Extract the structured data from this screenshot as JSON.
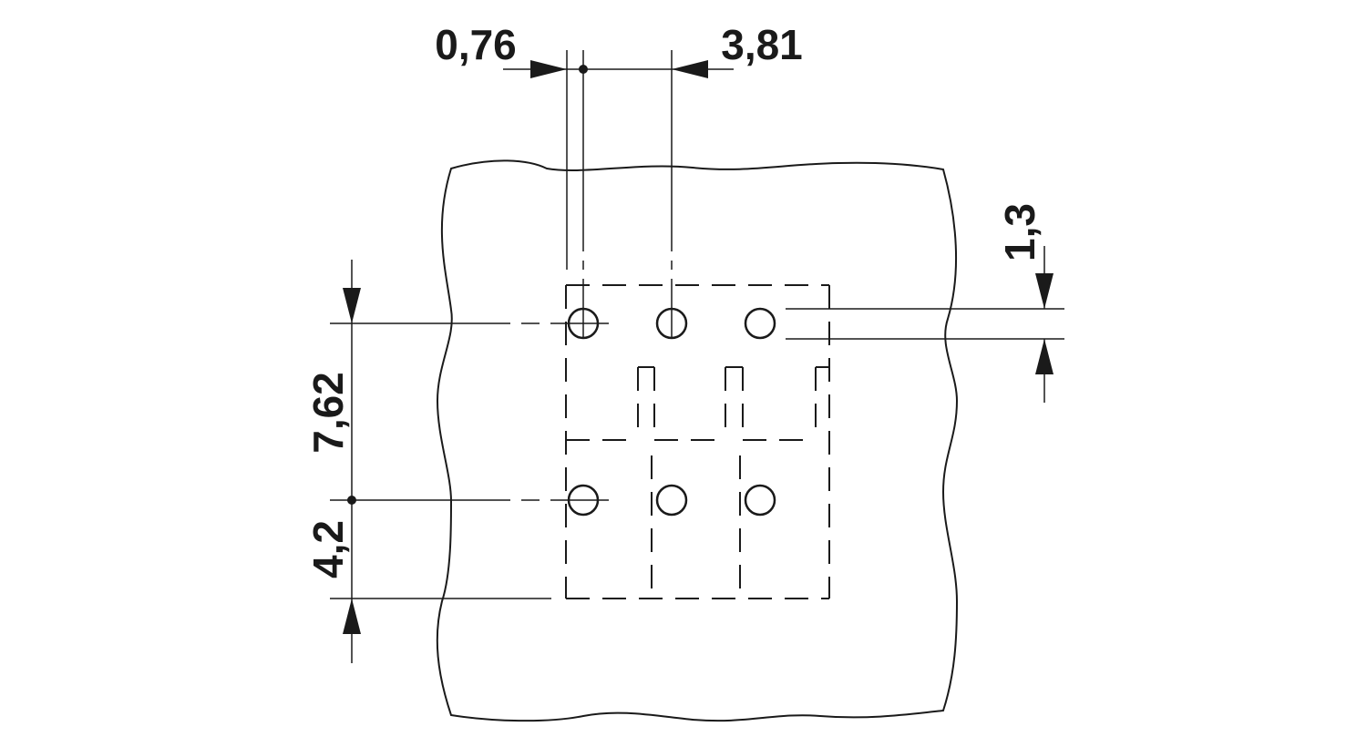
{
  "dimensions": {
    "pin_diameter": "0,76",
    "pitch_horizontal": "3,81",
    "hole_diameter": "1,3",
    "pitch_vertical": "7,62",
    "edge_offset": "4,2"
  },
  "colors": {
    "line": "#1a1a1a",
    "background": "#ffffff"
  }
}
